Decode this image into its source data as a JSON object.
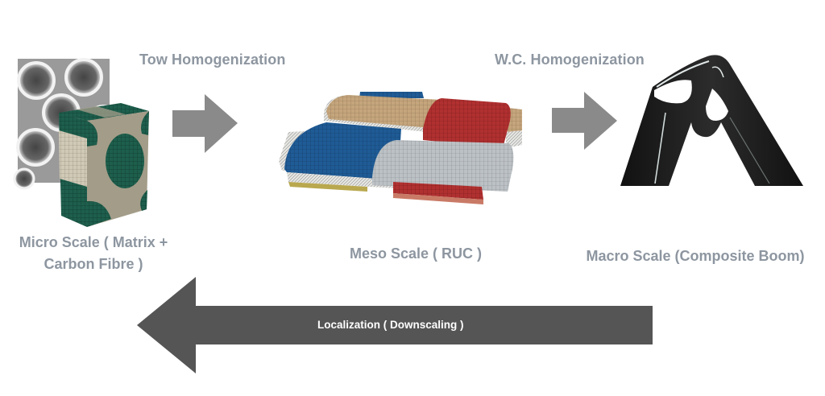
{
  "process_labels": {
    "tow_homogenization": "Tow Homogenization",
    "wc_homogenization": "W.C. Homogenization",
    "localization": "Localization ( Downscaling )"
  },
  "scales": [
    {
      "id": "micro",
      "line1": "Micro Scale ( Matrix +",
      "line2": "Carbon Fibre )"
    },
    {
      "id": "meso",
      "line1": "Meso Scale ( RUC )"
    },
    {
      "id": "macro",
      "line1": "Macro Scale (Composite Boom)"
    }
  ],
  "colors": {
    "label_text": "#8d96a0",
    "forward_arrow": "#8a8a8a",
    "back_arrow": "#555555",
    "tow_blue": "#1f5b95",
    "tow_tan": "#c4a57c",
    "tow_red": "#b03030",
    "tow_gray": "#b9bec2",
    "fibre_green": "#1e5e4c",
    "matrix_beige": "#c9c3b0",
    "boom_black": "#1a1a1a"
  },
  "images": {
    "micro_sem": "SEM micrograph of carbon fibre cross-sections",
    "micro_cube": "Finite element mesh cube of fibres in matrix",
    "meso_ruc": "Woven plain-weave RUC mesh",
    "macro_boom": "Composite deployable boom"
  }
}
